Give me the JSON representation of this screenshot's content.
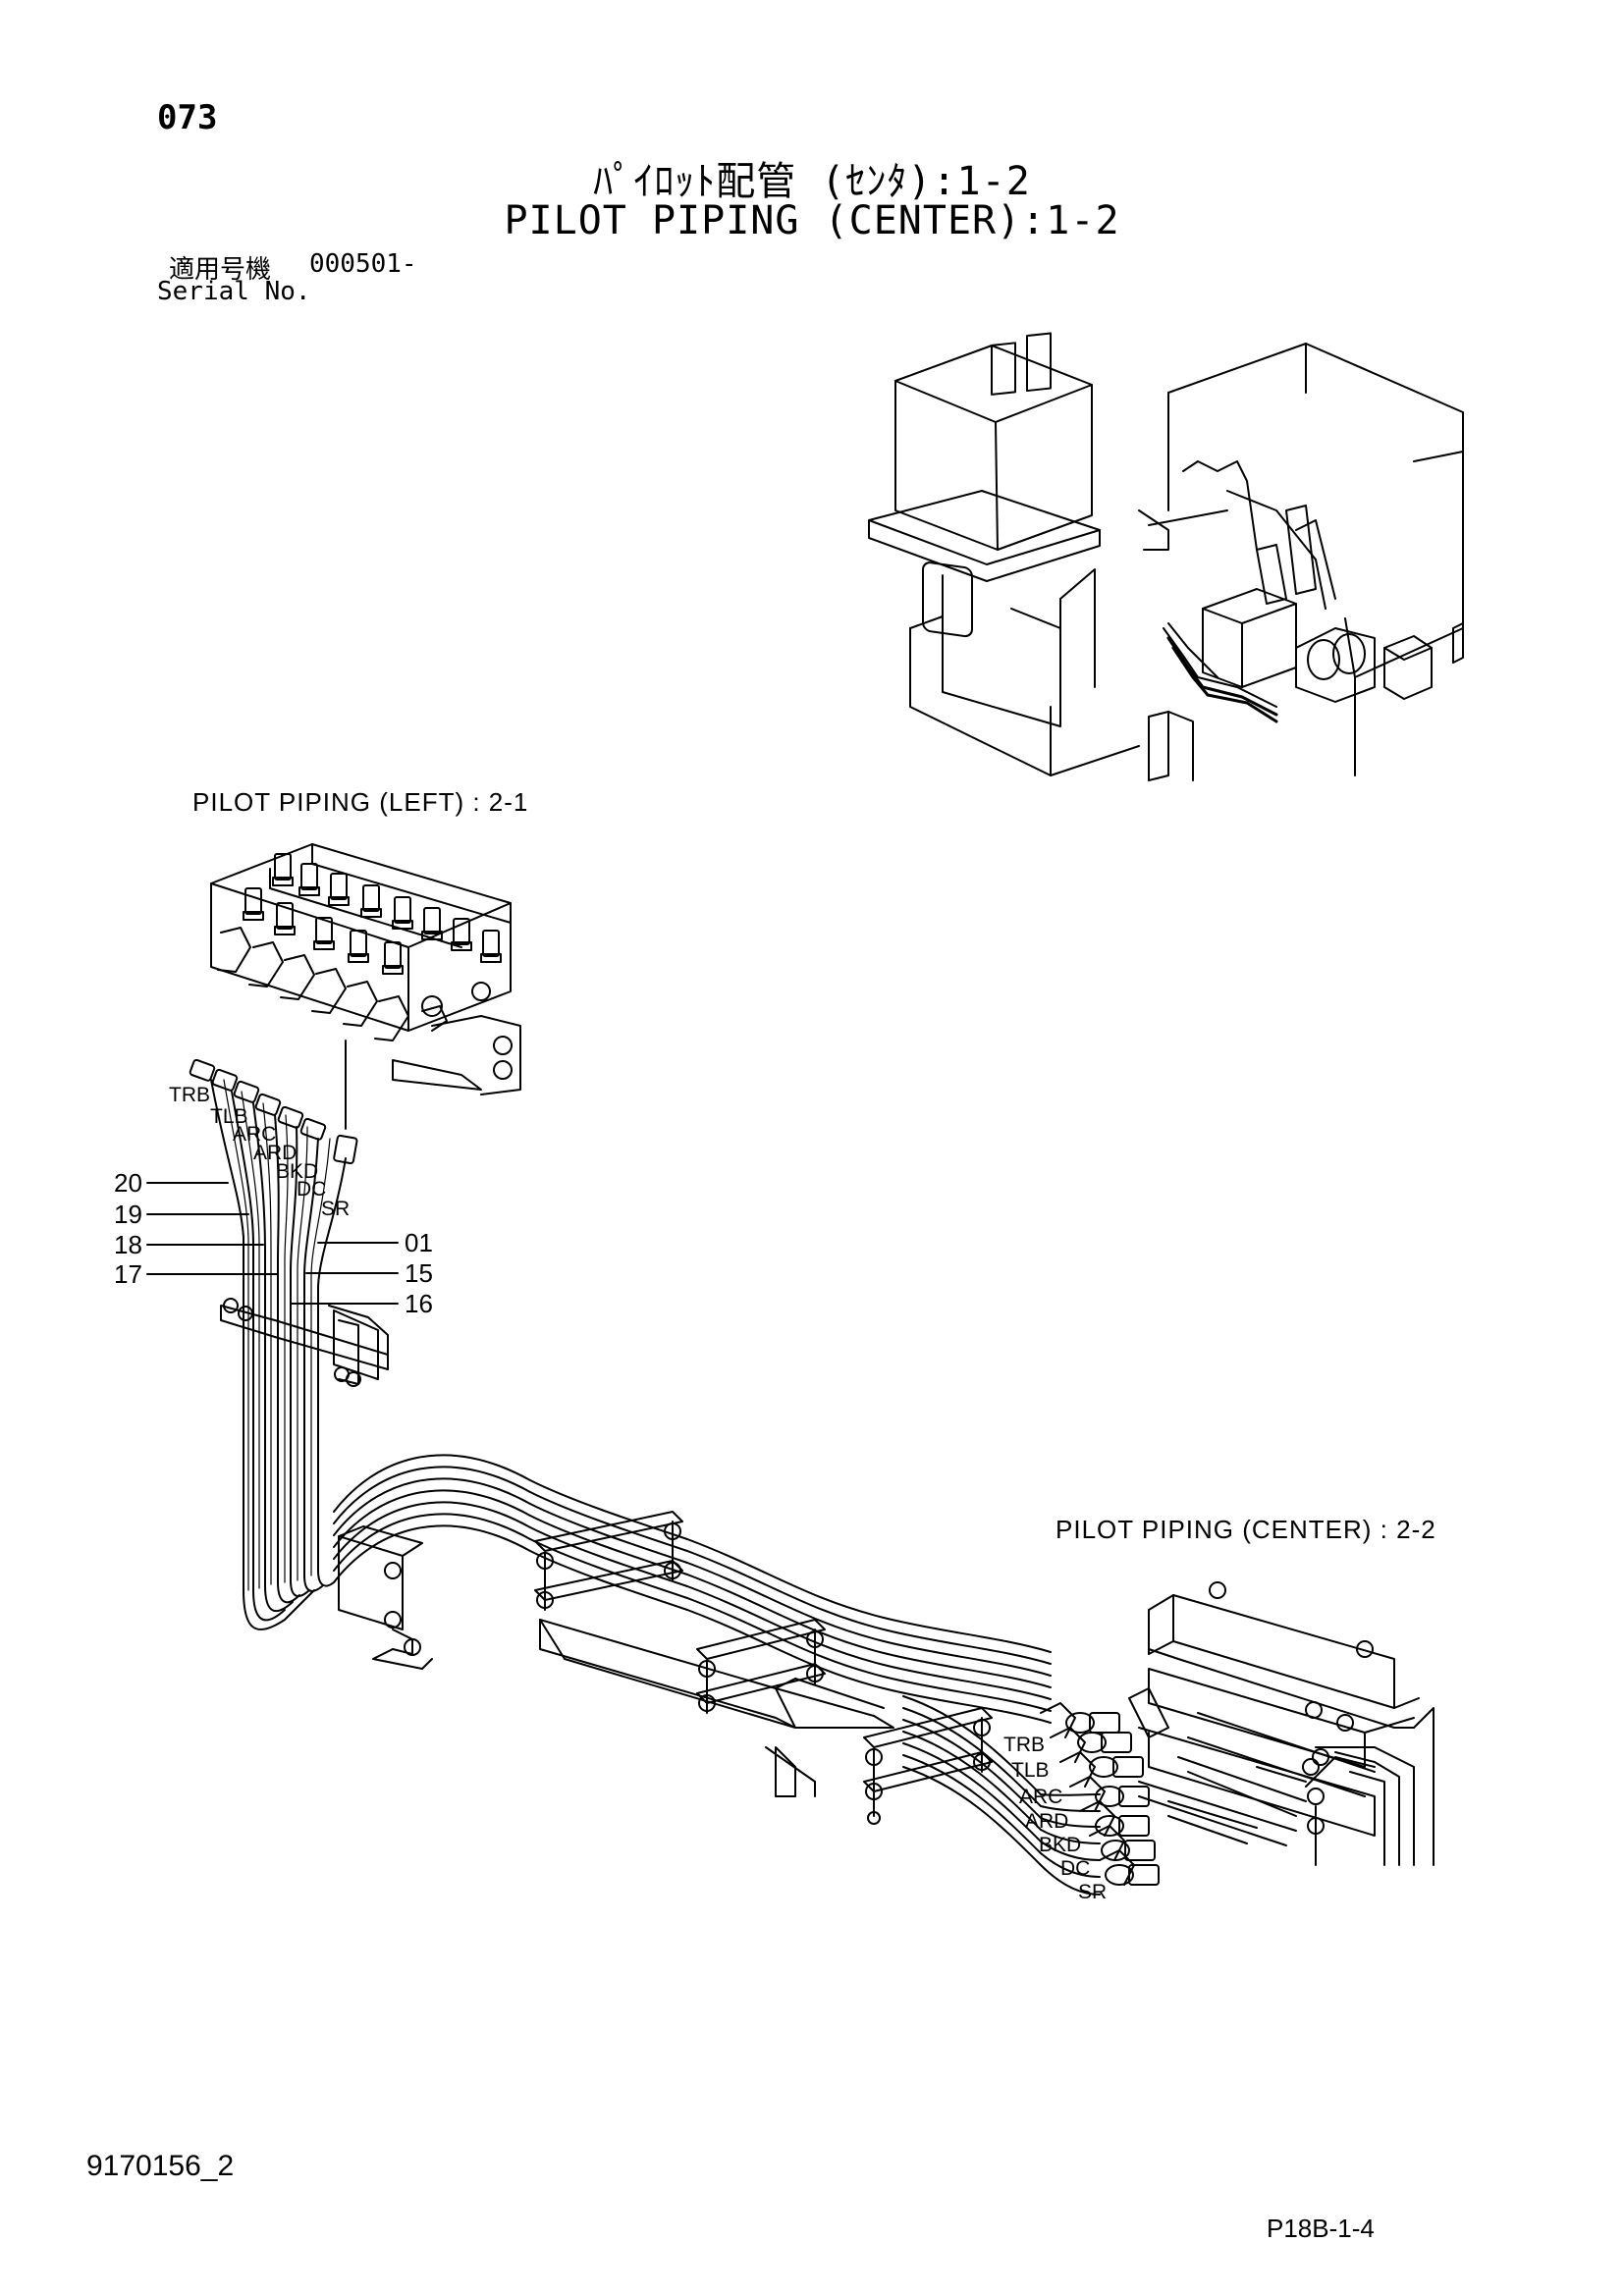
{
  "header": {
    "page_number": "073",
    "title_jp": "ﾊﾟｲﾛｯﾄ配管 (ｾﾝﾀ):1-2",
    "title_en": "PILOT PIPING (CENTER):1-2",
    "serial_label_jp": "適用号機",
    "serial_value": "000501-",
    "serial_label_en": "Serial No."
  },
  "refs": {
    "left": "PILOT PIPING (LEFT) : 2-1",
    "center": "PILOT PIPING (CENTER) : 2-2"
  },
  "port_labels_top": [
    "TRB",
    "TLB",
    "ARC",
    "ARD",
    "BKD",
    "DC",
    "SR"
  ],
  "port_labels_bottom": [
    "TRB",
    "TLB",
    "ARC",
    "ARD",
    "BKD",
    "DC",
    "SR"
  ],
  "part_numbers_left": [
    "20",
    "19",
    "18",
    "17"
  ],
  "part_numbers_right": [
    "01",
    "15",
    "16"
  ],
  "footer": {
    "doc_id": "9170156_2",
    "page_code": "P18B-1-4"
  }
}
